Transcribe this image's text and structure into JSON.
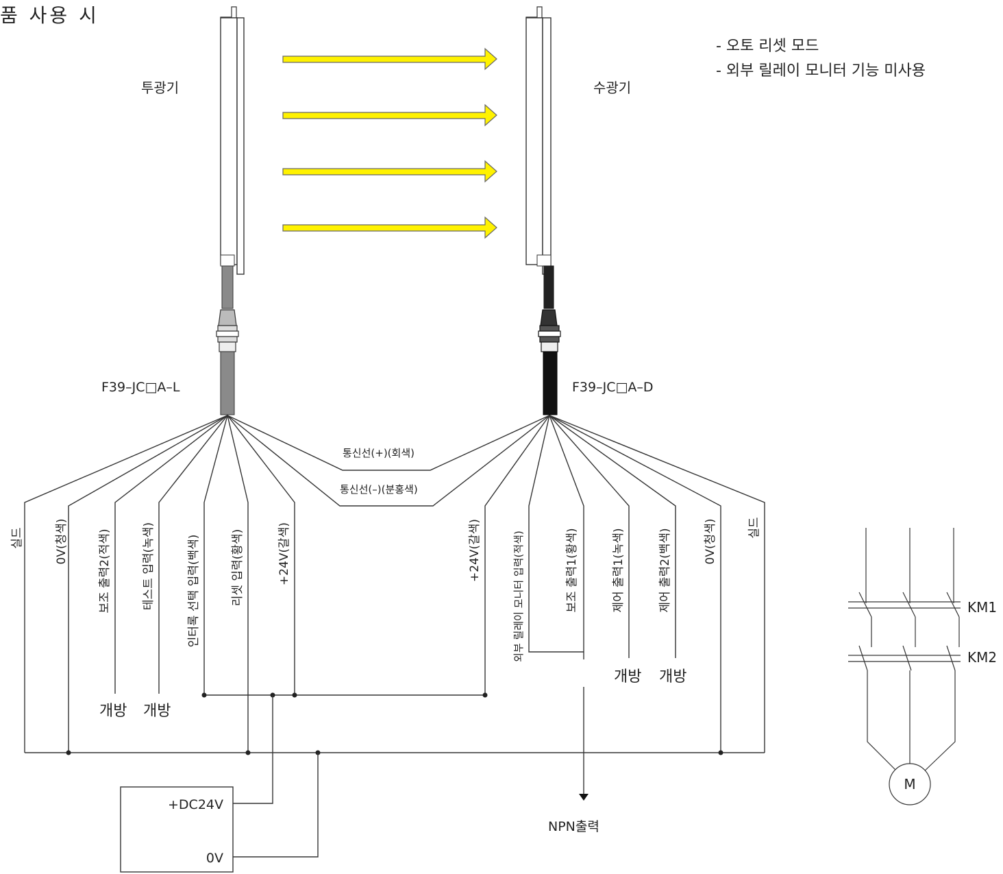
{
  "title": "품 사용 시",
  "notes": [
    "- 오토 리셋 모드",
    "- 외부 릴레이 모니터 기능 미사용"
  ],
  "emitter_label": "투광기",
  "receiver_label": "수광기",
  "emitter_cable": "F39–JC□A–L",
  "receiver_cable": "F39–JC□A–D",
  "comm_plus": "통신선(+)(회색)",
  "comm_minus": "통신선(–)(분홍색)",
  "emitter_wires": [
    "실드",
    "0V(청색)",
    "보조 출력2(적색)",
    "테스트 입력(녹색)",
    "인터록 선택 입력(백색)",
    "리셋 입력(황색)",
    "+24V(갈색)"
  ],
  "receiver_wires": [
    "+24V(갈색)",
    "외부 릴레이 모니터 입력(적색)",
    "보조 출력1(황색)",
    "제어 출력1(녹색)",
    "제어 출력2(백색)",
    "0V(청색)",
    "실드"
  ],
  "open_label": "개방",
  "psu_plus": "+DC24V",
  "psu_zero": "0V",
  "npn_output": "NPN출력",
  "km1": "KM1",
  "km2": "KM2",
  "motor": "M",
  "colors": {
    "beam": "#fff200",
    "receiver_cable": "#111111",
    "emitter_cable": "#888888"
  }
}
